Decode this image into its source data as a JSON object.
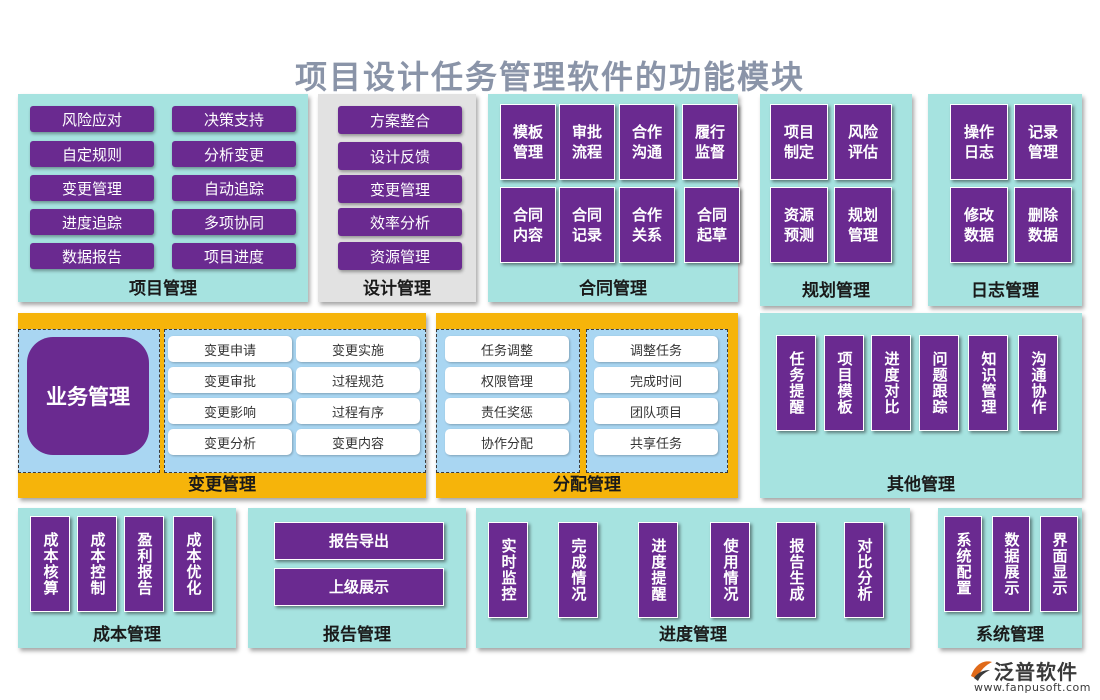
{
  "title": "项目设计任务管理软件的功能模块",
  "modules": {
    "project": {
      "label": "项目管理",
      "items": [
        "风险应对",
        "决策支持",
        "自定规则",
        "分析变更",
        "变更管理",
        "自动追踪",
        "进度追踪",
        "多项协同",
        "数据报告",
        "项目进度"
      ]
    },
    "design": {
      "label": "设计管理",
      "items": [
        "方案整合",
        "设计反馈",
        "变更管理",
        "效率分析",
        "资源管理"
      ]
    },
    "contract": {
      "label": "合同管理",
      "items": [
        "模板\n管理",
        "审批\n流程",
        "合作\n沟通",
        "履行\n监督",
        "合同\n内容",
        "合同\n记录",
        "合作\n关系",
        "合同\n起草"
      ]
    },
    "planning": {
      "label": "规划管理",
      "items": [
        "项目\n制定",
        "风险\n评估",
        "资源\n预测",
        "规划\n管理"
      ]
    },
    "log": {
      "label": "日志管理",
      "items": [
        "操作\n日志",
        "记录\n管理",
        "修改\n数据",
        "删除\n数据"
      ]
    },
    "change": {
      "label": "变更管理",
      "business": "业务管理",
      "items": [
        "变更申请",
        "变更实施",
        "变更审批",
        "过程规范",
        "变更影响",
        "过程有序",
        "变更分析",
        "变更内容"
      ]
    },
    "distribution": {
      "label": "分配管理",
      "left": [
        "任务调整",
        "权限管理",
        "责任奖惩",
        "协作分配"
      ],
      "right": [
        "调整任务",
        "完成时间",
        "团队项目",
        "共享任务"
      ]
    },
    "other": {
      "label": "其他管理",
      "items": [
        "任务提醒",
        "项目模板",
        "进度对比",
        "问题跟踪",
        "知识管理",
        "沟通协作"
      ]
    },
    "cost": {
      "label": "成本管理",
      "items": [
        "成本核算",
        "成本控制",
        "盈利报告",
        "成本优化"
      ]
    },
    "report": {
      "label": "报告管理",
      "items": [
        "报告导出",
        "上级展示"
      ]
    },
    "progress": {
      "label": "进度管理",
      "items": [
        "实时监控",
        "完成情况",
        "进度提醒",
        "使用情况",
        "报告生成",
        "对比分析"
      ]
    },
    "system": {
      "label": "系统管理",
      "items": [
        "系统配置",
        "数据展示",
        "界面显示"
      ]
    }
  },
  "logo": {
    "name": "泛普软件",
    "url": "www.fanpusoft.com"
  },
  "colors": {
    "panel": "#a6e3e0",
    "panel_gray": "#e2e2e2",
    "panel_orange": "#f6b40a",
    "item": "#6a2a90",
    "dashed_bg": "#a9d6f2"
  }
}
